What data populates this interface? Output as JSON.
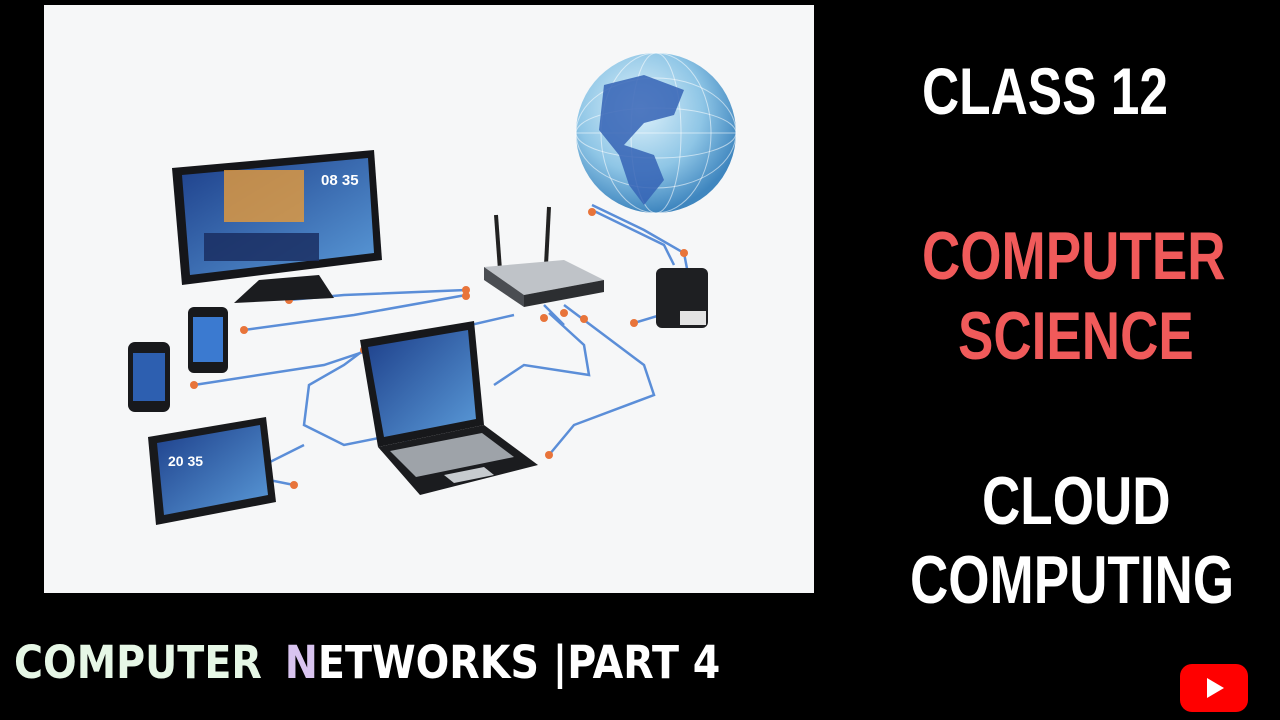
{
  "illustration": {
    "monitor_time": "08 35",
    "tablet_time": "20 35"
  },
  "right_panel": {
    "class_label": "CLASS 12",
    "subject_line1": "COMPUTER",
    "subject_line2": "SCIENCE",
    "topic_line1": "CLOUD",
    "topic_line2": "COMPUTING"
  },
  "bottom_title": {
    "word1": "COMPUTER",
    "highlight_letter": "N",
    "rest": "ETWORKS |PART 4"
  },
  "colors": {
    "background": "#000000",
    "accent_red": "#f05a5a",
    "cable_blue": "#5b8ed8",
    "connector_orange": "#e8743a",
    "youtube_red": "#ff0000"
  },
  "icons": [
    "globe-icon",
    "router-icon",
    "monitor-icon",
    "laptop-icon",
    "tablet-icon",
    "smartphone-icon",
    "external-drive-icon",
    "youtube-play-icon"
  ]
}
